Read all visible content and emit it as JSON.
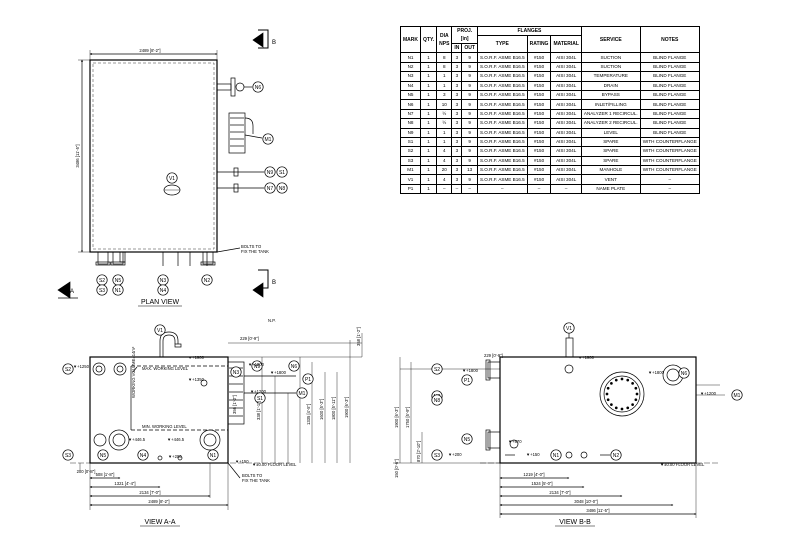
{
  "table": {
    "h_mark": "MARK",
    "h_qty": "QTY.",
    "h_dia": "DIA",
    "h_nps": "NPS",
    "h_proj": "PROJ.",
    "h_in_unit": "[in]",
    "h_in": "IN",
    "h_out": "OUT",
    "h_flanges": "FLANGES",
    "h_type": "TYPE",
    "h_rating": "RATING",
    "h_material": "MATERIAL",
    "h_service": "SERVICE",
    "h_notes": "NOTES",
    "rows": [
      {
        "mark": "N1",
        "qty": "1",
        "dia": "8",
        "in": "3",
        "out": "9",
        "type": "S.O.R.F. ASME B16.5",
        "rating": "#150",
        "material": "AISI 304L",
        "service": "SUCTION",
        "notes": "BLIND FLANGE"
      },
      {
        "mark": "N2",
        "qty": "1",
        "dia": "8",
        "in": "3",
        "out": "9",
        "type": "S.O.R.F. ASME B16.5",
        "rating": "#150",
        "material": "AISI 304L",
        "service": "SUCTION",
        "notes": "BLIND FLANGE"
      },
      {
        "mark": "N3",
        "qty": "1",
        "dia": "1",
        "in": "3",
        "out": "9",
        "type": "S.O.R.F. ASME B16.5",
        "rating": "#150",
        "material": "AISI 304L",
        "service": "TEMPERATURE",
        "notes": "BLIND FLANGE"
      },
      {
        "mark": "N4",
        "qty": "1",
        "dia": "1",
        "in": "3",
        "out": "9",
        "type": "S.O.R.F. ASME B16.5",
        "rating": "#150",
        "material": "AISI 304L",
        "service": "DRAIN",
        "notes": "BLIND FLANGE"
      },
      {
        "mark": "N5",
        "qty": "1",
        "dia": "3",
        "in": "3",
        "out": "9",
        "type": "S.O.R.F. ASME B16.5",
        "rating": "#150",
        "material": "AISI 304L",
        "service": "BYPASS",
        "notes": "BLIND FLANGE"
      },
      {
        "mark": "N6",
        "qty": "1",
        "dia": "10",
        "in": "3",
        "out": "9",
        "type": "S.O.R.F. ASME B16.5",
        "rating": "#150",
        "material": "AISI 304L",
        "service": "INLET/FILLING",
        "notes": "BLIND FLANGE"
      },
      {
        "mark": "N7",
        "qty": "1",
        "dia": "½",
        "in": "3",
        "out": "9",
        "type": "S.O.R.F. ASME B16.5",
        "rating": "#150",
        "material": "AISI 304L",
        "service": "ANALYZER 1 RECIRCUL.",
        "notes": "BLIND FLANGE"
      },
      {
        "mark": "N8",
        "qty": "1",
        "dia": "½",
        "in": "3",
        "out": "9",
        "type": "S.O.R.F. ASME B16.5",
        "rating": "#150",
        "material": "AISI 304L",
        "service": "ANALYZER 2 RECIRCUL.",
        "notes": "BLIND FLANGE"
      },
      {
        "mark": "N9",
        "qty": "1",
        "dia": "1",
        "in": "3",
        "out": "9",
        "type": "S.O.R.F. ASME B16.5",
        "rating": "#150",
        "material": "AISI 304L",
        "service": "LEVEL",
        "notes": "BLIND FLANGE"
      },
      {
        "mark": "S1",
        "qty": "1",
        "dia": "1",
        "in": "3",
        "out": "9",
        "type": "S.O.R.F. ASME B16.5",
        "rating": "#150",
        "material": "AISI 304L",
        "service": "SPARE",
        "notes": "WITH COUNTERFLANGE"
      },
      {
        "mark": "S2",
        "qty": "1",
        "dia": "4",
        "in": "3",
        "out": "9",
        "type": "S.O.R.F. ASME B16.5",
        "rating": "#150",
        "material": "AISI 304L",
        "service": "SPARE",
        "notes": "WITH COUNTERFLANGE"
      },
      {
        "mark": "S3",
        "qty": "1",
        "dia": "4",
        "in": "3",
        "out": "9",
        "type": "S.O.R.F. ASME B16.5",
        "rating": "#150",
        "material": "AISI 304L",
        "service": "SPARE",
        "notes": "WITH COUNTERFLANGE"
      },
      {
        "mark": "M1",
        "qty": "1",
        "dia": "20",
        "in": "3",
        "out": "13",
        "type": "S.O.R.F. ASME B16.5",
        "rating": "#150",
        "material": "AISI 304L",
        "service": "MANHOLE",
        "notes": "WITH COUNTERFLANGE"
      },
      {
        "mark": "V1",
        "qty": "1",
        "dia": "4",
        "in": "3",
        "out": "9",
        "type": "S.O.R.F. ASME B16.5",
        "rating": "#150",
        "material": "AISI 304L",
        "service": "VENT",
        "notes": "–"
      },
      {
        "mark": "P1",
        "qty": "1",
        "dia": "–",
        "in": "–",
        "out": "–",
        "type": "–",
        "rating": "–",
        "material": "–",
        "service": "NAME PLATE",
        "notes": "–"
      }
    ]
  },
  "plan": {
    "title": "PLAN VIEW",
    "dim_width": "2489 [8'-2\"]",
    "dim_height": "3486 [11'-5\"]",
    "bolts_note_1": "BOLTS TO",
    "bolts_note_2": "FIX THE TANK",
    "section_a_letter": "A",
    "section_b_letter": "B",
    "tags": {
      "n6": "N6",
      "m1": "M1",
      "v1": "V1",
      "n9": "N9",
      "s1": "S1",
      "n7": "N7",
      "n8": "N8",
      "s2": "S2",
      "s3": "S3",
      "n5": "N5",
      "n1": "N1",
      "n3": "N3",
      "n4": "N4",
      "n2": "N2"
    },
    "np_label": "N.P."
  },
  "view_aa": {
    "title": "VIEW A-A",
    "max_working": "MAX. WORKING LEVEL",
    "working_volume": "WORKING VOLUME=14m³",
    "min_working": "MIN. WORKING LEVEL",
    "floor_level": "▼±0.00 FLOOR LEVEL",
    "bolts_1": "BOLTS TO",
    "bolts_2": "FIX THE TANK",
    "elev_1900": "▼+1900",
    "elev_1800a": "▼+1800",
    "elev_1800b": "▼+1800",
    "elev_1350": "▼+1350",
    "elev_1250": "▼+1250",
    "elev_1200": "▼+1200",
    "elev_4465": "▼+446.5",
    "elev_4465b": "▼+446.5",
    "elev_200": "▼+200",
    "elev_150": "▼+150",
    "dim_1321": "1321 [4'-4\"]",
    "dim_2134": "2134 [7'-0\"]",
    "dim_2489": "2489 [8'-2\"]",
    "dim_508": "508 [1'-8\"]",
    "dim_200": "200 [0'-8\"]",
    "dim_229": "229 [0'-9\"]",
    "dim_356": "356 [1'-2\"]",
    "dim_1335": "1335 [4'-5\"]",
    "dim_1600": "1600 [5'-3\"]",
    "dim_1900": "1900 [6'-3\"]",
    "dim_1800": "1800 [5'-11\"]",
    "dim_338": "338 [1'-1\"]",
    "dim_v": "358 [1'-2\"]",
    "tags": {
      "v1": "V1",
      "s2": "S2",
      "s3": "S3",
      "n9": "N9",
      "n6": "N6",
      "n3": "N3",
      "n5": "N5",
      "n4": "N4",
      "n1": "N1",
      "m1": "M1",
      "p1": "P1",
      "s1": "S1"
    }
  },
  "view_bb": {
    "title": "VIEW B-B",
    "floor_level": "▼±0.00 FLOOR LEVEL",
    "elev_1900": "▼+1900",
    "elev_1800": "▼+1800",
    "elev_1800b": "▼+1800",
    "elev_1200": "▼+1200",
    "elev_870": "▼+870",
    "elev_200": "▼+200",
    "elev_150": "▼+150",
    "dim_229": "229 [0'-9\"]",
    "dim_1219": "1219 [4'-0\"]",
    "dim_1524": "1524 [5'-0\"]",
    "dim_2134": "2134 [7'-0\"]",
    "dim_3048": "3048 [10'-0\"]",
    "dim_3486": "3486 [11'-5\"]",
    "dim_1900": "1900 [6'-3\"]",
    "dim_1750": "1750 [5'-9\"]",
    "dim_870": "870 [2'-10\"]",
    "dim_150": "150 [0'-6\"]",
    "tags": {
      "v1": "V1",
      "s2": "S2",
      "p1": "P1",
      "n7": "N7",
      "n8": "N8",
      "m1": "M1",
      "n6": "N6",
      "n5": "N5",
      "s3": "S3",
      "n1": "N1",
      "n2": "N2"
    }
  }
}
